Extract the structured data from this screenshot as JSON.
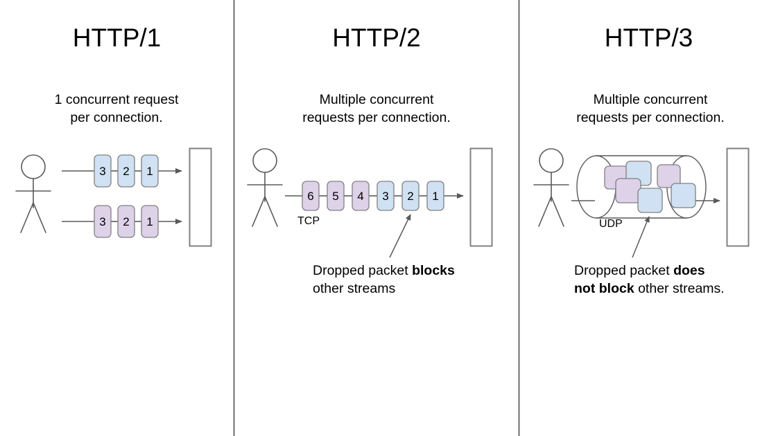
{
  "figure": {
    "type": "comparison-diagram",
    "background": "#ffffff",
    "divider_color": "#666666"
  },
  "colors": {
    "packet_blue_fill": "#cfe1f2",
    "packet_purple_fill": "#ddd2e8",
    "packet_stroke": "#808080",
    "line": "#595959",
    "server_stroke": "#808080",
    "text": "#000000"
  },
  "panels": [
    {
      "id": "http1",
      "title": "HTTP/1",
      "subtitle": "1 concurrent request\nper connection.",
      "subtitle_lines": [
        "1 concurrent request",
        "per connection."
      ],
      "transport_label": "",
      "note_lines": [],
      "streams": [
        {
          "color": "blue",
          "packets": [
            "3",
            "2",
            "1"
          ]
        },
        {
          "color": "purple",
          "packets": [
            "3",
            "2",
            "1"
          ]
        }
      ],
      "actor": "stick-figure-client",
      "server": "server-rectangle"
    },
    {
      "id": "http2",
      "title": "HTTP/2",
      "subtitle": "Multiple concurrent\nrequests per connection.",
      "subtitle_lines": [
        "Multiple concurrent",
        "requests per connection."
      ],
      "transport_label": "TCP",
      "note_lines": [
        {
          "plain_a": "Dropped packet ",
          "bold": "blocks",
          "plain_b": ""
        },
        {
          "plain_a": "other streams",
          "bold": "",
          "plain_b": ""
        }
      ],
      "streams": [
        {
          "color": "mixed",
          "packets": [
            "6",
            "5",
            "4",
            "3",
            "2",
            "1"
          ],
          "packet_colors": [
            "purple",
            "purple",
            "purple",
            "blue",
            "blue",
            "blue"
          ]
        }
      ],
      "callout_target_packet": "2",
      "actor": "stick-figure-client",
      "server": "server-rectangle"
    },
    {
      "id": "http3",
      "title": "HTTP/3",
      "subtitle": "Multiple concurrent\nrequests per connection.",
      "subtitle_lines": [
        "Multiple concurrent",
        "requests per connection."
      ],
      "transport_label": "UDP",
      "note_lines": [
        {
          "plain_a": "Dropped packet ",
          "bold": "does",
          "plain_b": ""
        },
        {
          "plain_a": "",
          "bold": "not block",
          "plain_b": " other streams."
        }
      ],
      "cylinder_packets": [
        {
          "color": "purple"
        },
        {
          "color": "blue"
        },
        {
          "color": "purple"
        },
        {
          "color": "purple"
        },
        {
          "color": "blue"
        },
        {
          "color": "blue"
        }
      ],
      "actor": "stick-figure-client",
      "server": "server-rectangle"
    }
  ]
}
